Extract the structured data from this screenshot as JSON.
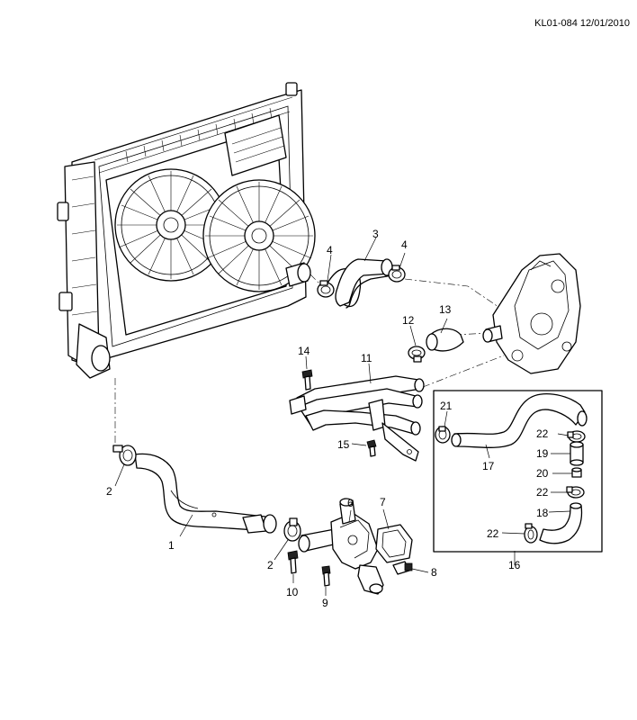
{
  "document_ref": "KL01-084 12/01/2010",
  "callouts": {
    "c1": "1",
    "c2a": "2",
    "c2b": "2",
    "c3": "3",
    "c4a": "4",
    "c4b": "4",
    "c6": "6",
    "c7": "7",
    "c8": "8",
    "c9": "9",
    "c10": "10",
    "c11": "11",
    "c12": "12",
    "c13": "13",
    "c14": "14",
    "c15": "15",
    "c16": "16",
    "c17": "17",
    "c18": "18",
    "c19": "19",
    "c20": "20",
    "c21": "21",
    "c22a": "22",
    "c22b": "22",
    "c22c": "22"
  }
}
